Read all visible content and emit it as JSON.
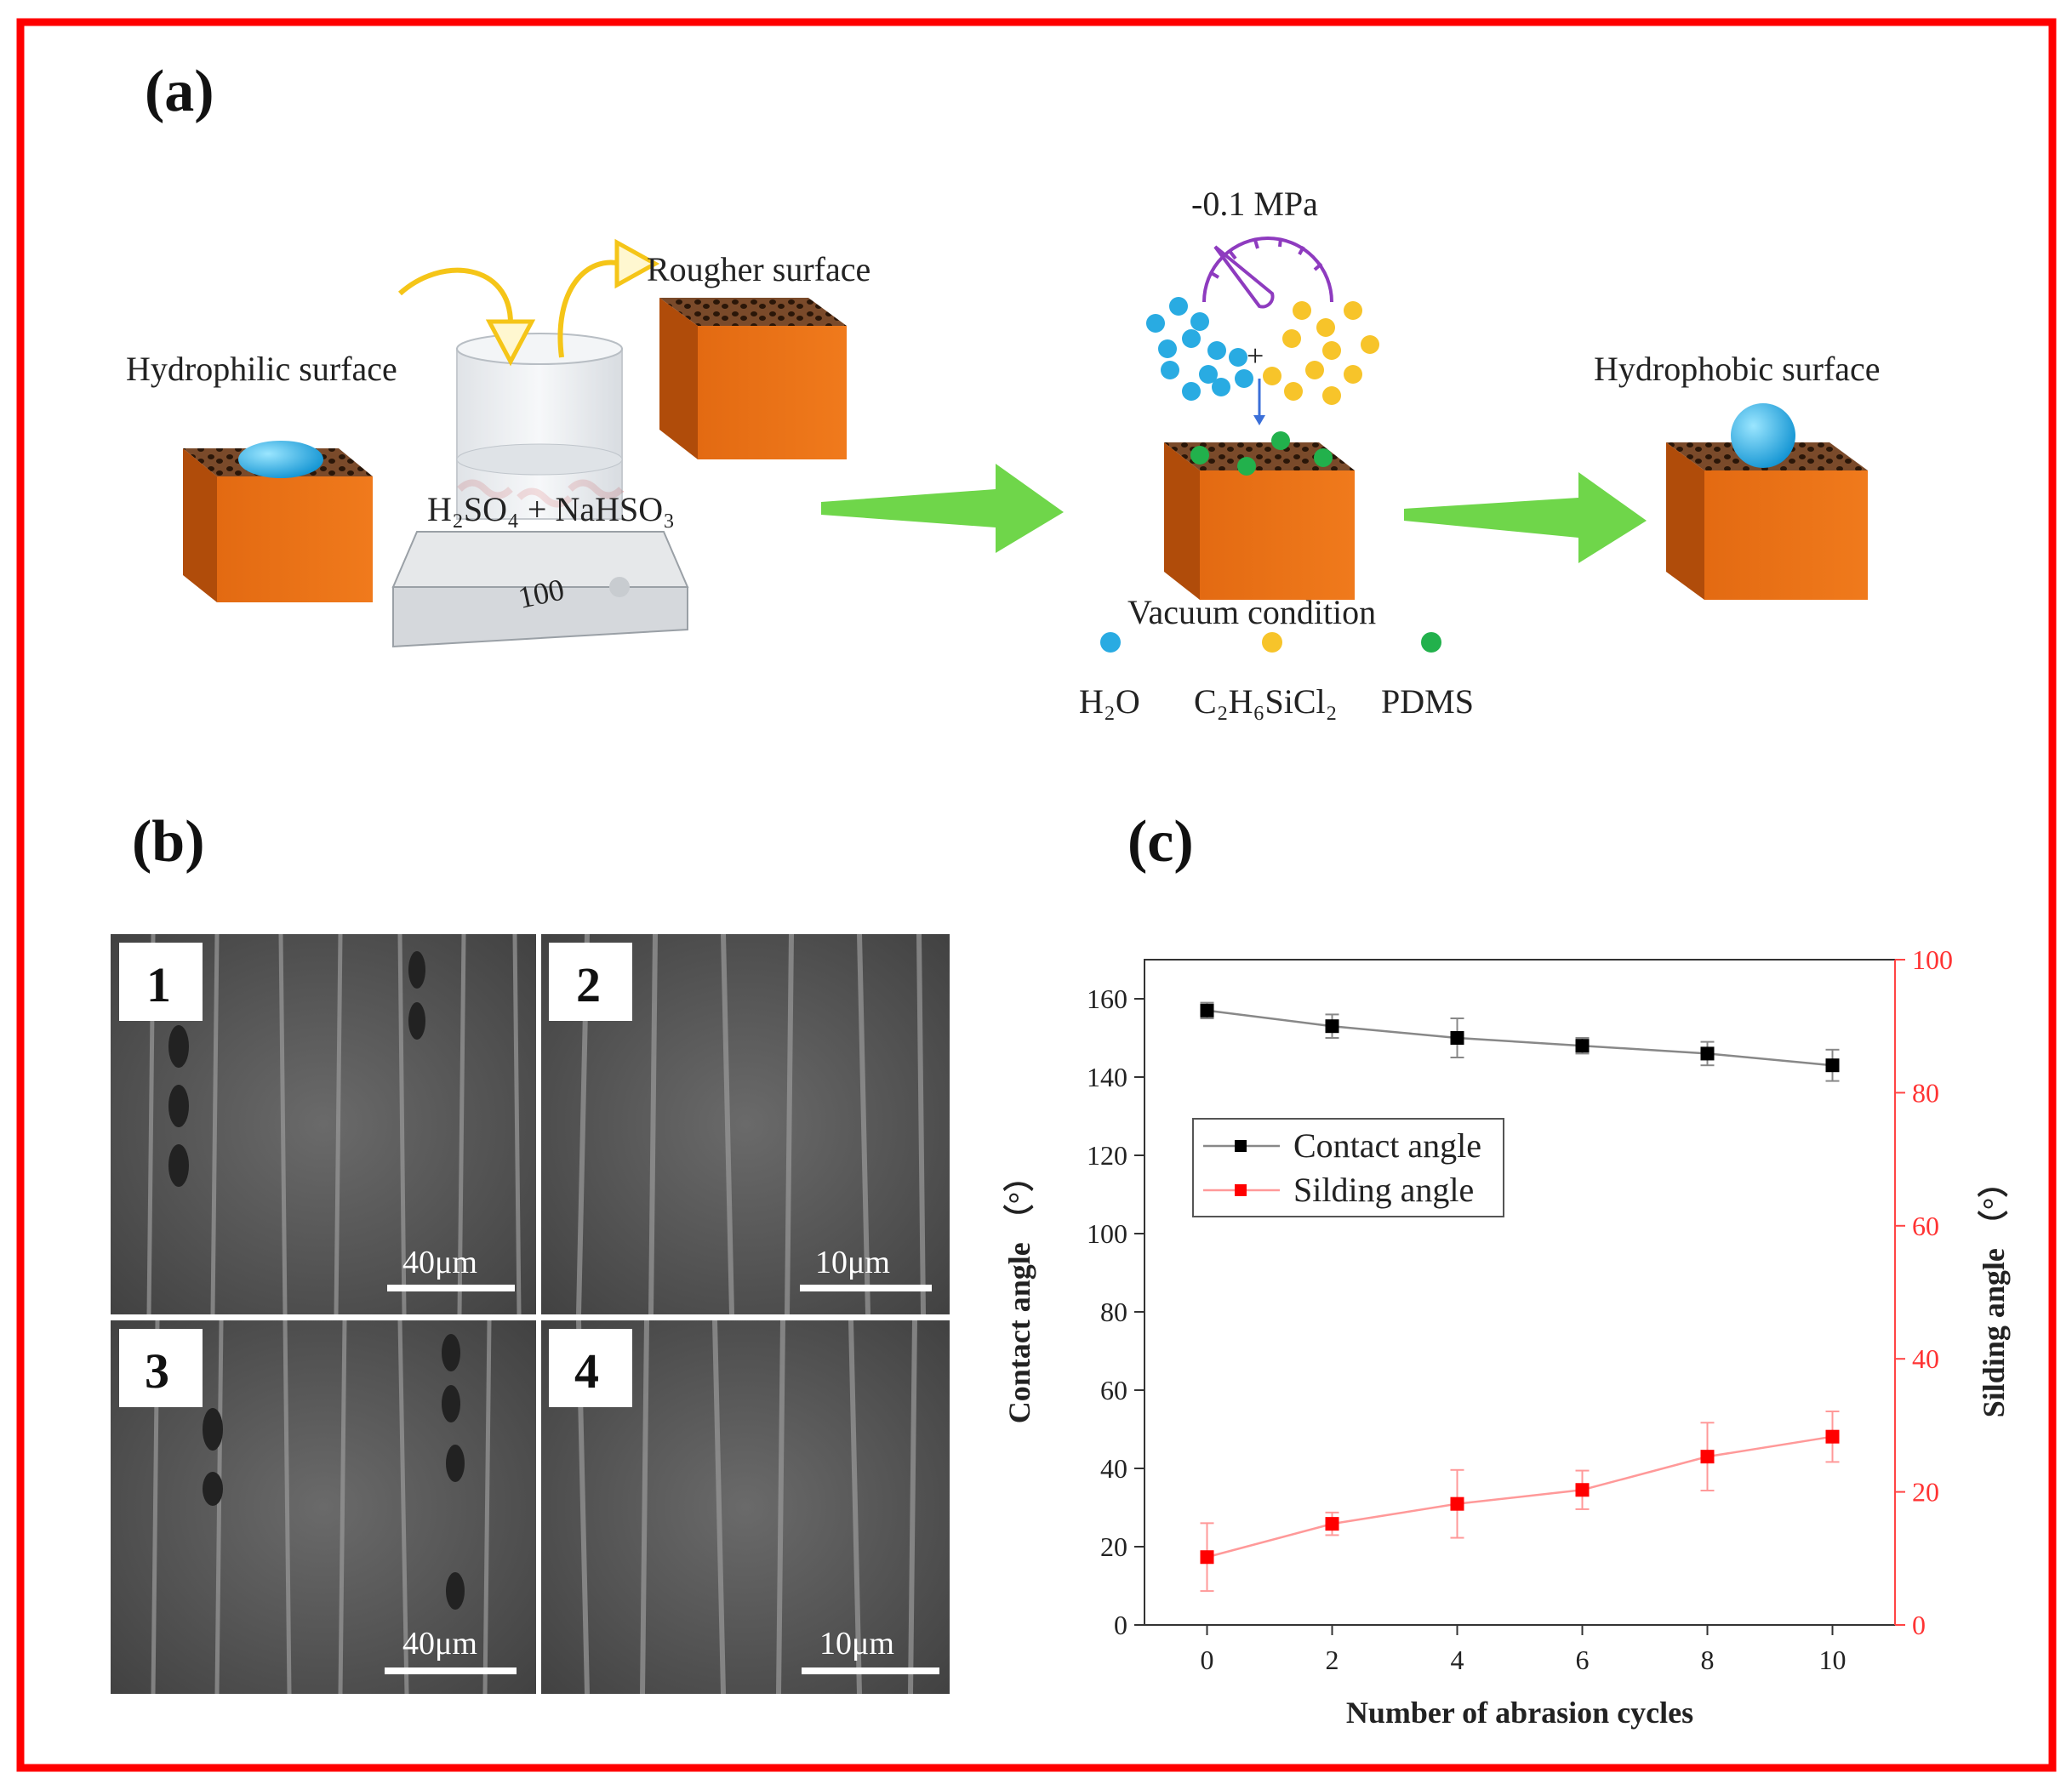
{
  "frame": {
    "border_color": "#ff0000"
  },
  "panel_a": {
    "letter": "(a)",
    "hydrophilic_label": "Hydrophilic surface",
    "rougher_label": "Rougher surface",
    "reagent_label": "H₂SO₄ + NaHSO₃",
    "hotplate_display": "100",
    "pressure_label": "-0.1 MPa",
    "vacuum_label": "Vacuum condition",
    "hydrophobic_label": "Hydrophobic surface",
    "legend": [
      {
        "label": "H₂O",
        "color": "#29abe2"
      },
      {
        "label": "C₂H₆SiCl₂",
        "color": "#f7c42a"
      },
      {
        "label": "PDMS",
        "color": "#22b14c"
      }
    ],
    "colors": {
      "wood": "#e8690f",
      "wood_dark": "#b34e08",
      "arrow_green": "#6fd64a",
      "arrow_yellow": "#f5c518",
      "gauge": "#8e3bbf"
    }
  },
  "panel_b": {
    "letter": "(b)",
    "images": [
      {
        "num": "1",
        "scale": "40μm"
      },
      {
        "num": "2",
        "scale": "10μm"
      },
      {
        "num": "3",
        "scale": "40μm"
      },
      {
        "num": "4",
        "scale": "10μm"
      }
    ]
  },
  "panel_c": {
    "letter": "(c)"
  },
  "chart_data": {
    "type": "line",
    "xlabel": "Number of abrasion cycles",
    "ylabel": "Contact angle （°）",
    "y2label": "Silding  angle （°）",
    "x": [
      0,
      2,
      4,
      6,
      8,
      10
    ],
    "xlim": [
      -1,
      11
    ],
    "xticks": [
      0,
      2,
      4,
      6,
      8,
      10
    ],
    "ylim": [
      0,
      170
    ],
    "yticks": [
      0,
      20,
      40,
      60,
      80,
      100,
      120,
      140,
      160
    ],
    "y2lim": [
      0,
      100
    ],
    "y2ticks": [
      0,
      20,
      40,
      60,
      80,
      100
    ],
    "legend_position": "upper-left",
    "series": [
      {
        "name": "Contact angle",
        "axis": "left",
        "color": "#000000",
        "line_color": "#888888",
        "values": [
          157,
          153,
          150,
          148,
          146,
          143
        ],
        "errors": [
          2,
          3,
          5,
          2,
          3,
          4
        ]
      },
      {
        "name": "Silding  angle",
        "axis": "right",
        "color": "#ff0000",
        "line_color": "#ff9999",
        "values": [
          10.2,
          15.2,
          18.2,
          20.3,
          25.3,
          28.3
        ],
        "errors": [
          5.1,
          1.7,
          5.1,
          2.9,
          5.1,
          3.8
        ]
      }
    ]
  }
}
